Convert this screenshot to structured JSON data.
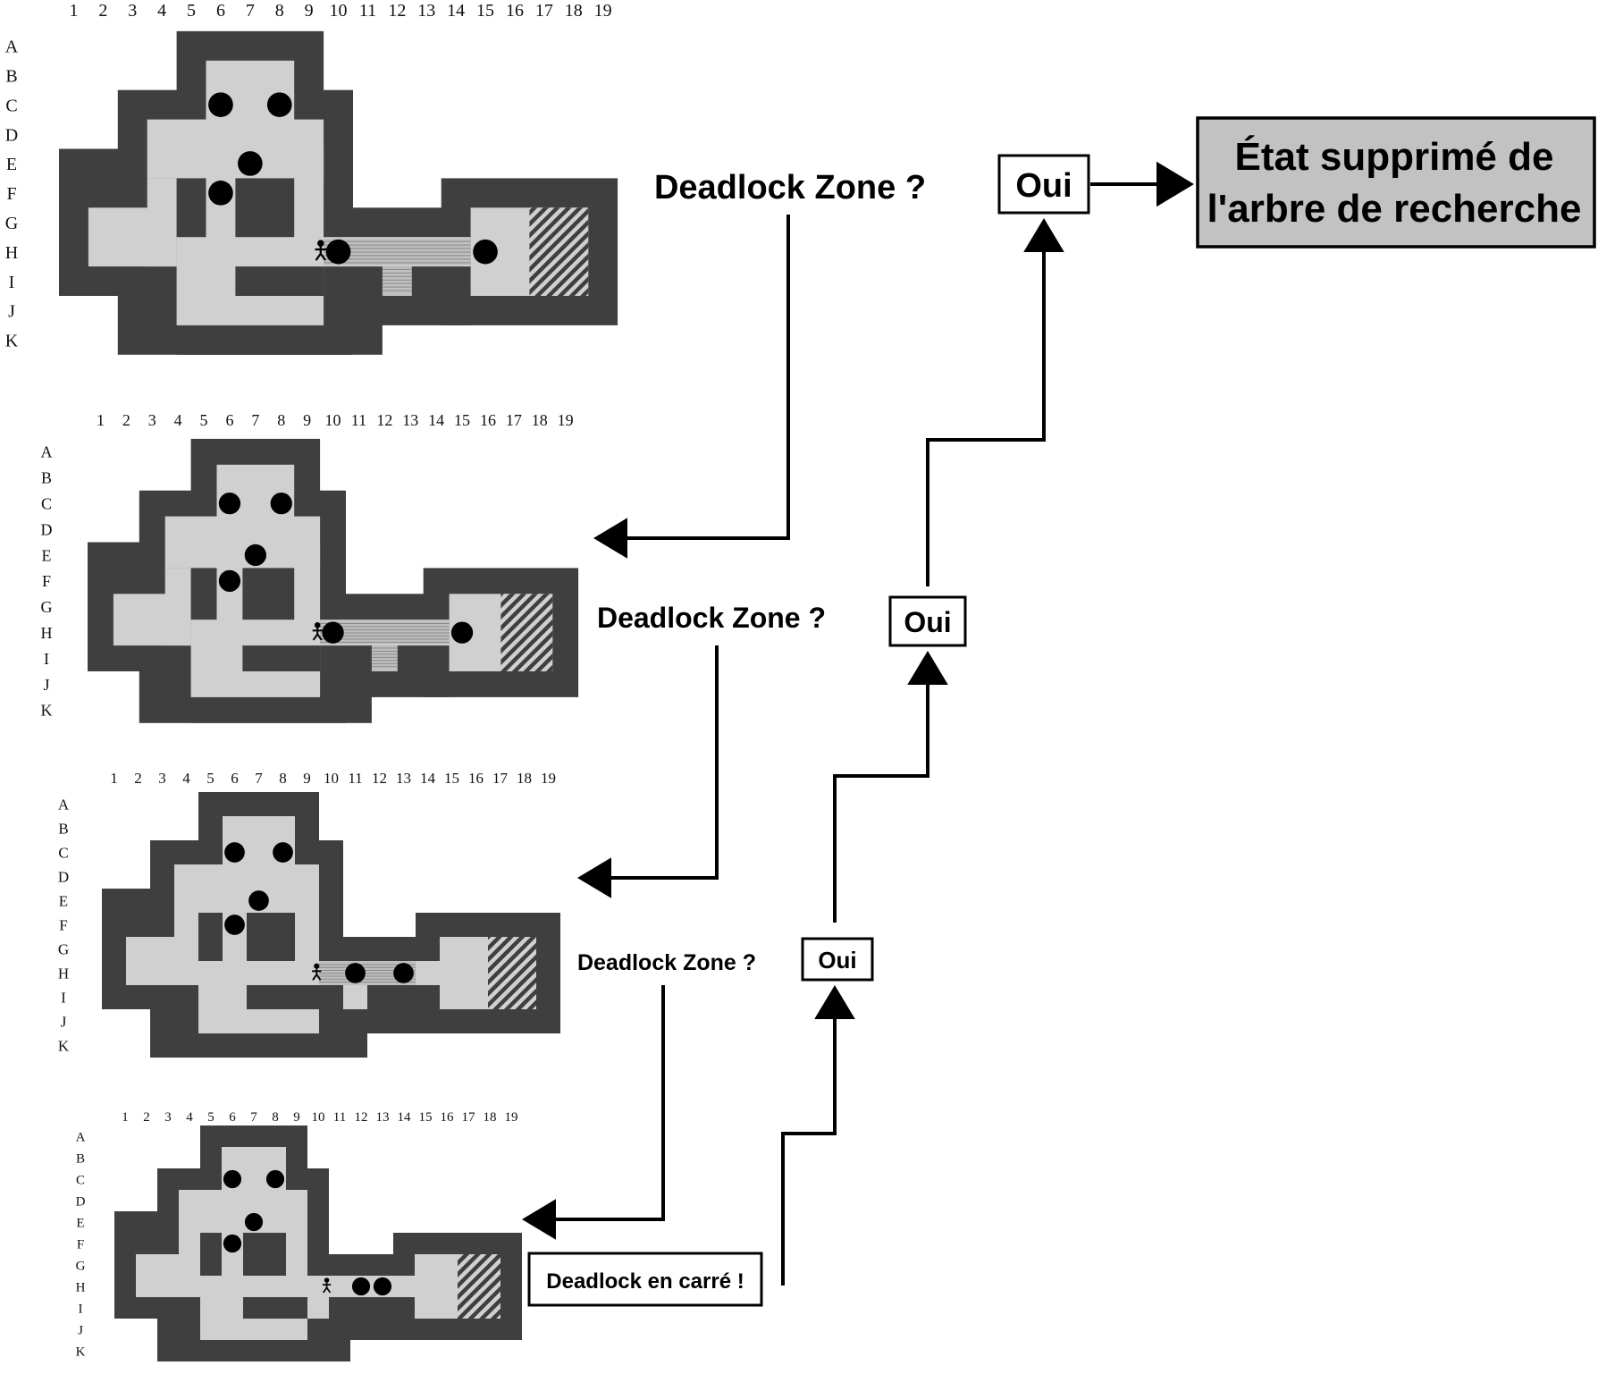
{
  "grid": {
    "columns": [
      "1",
      "2",
      "3",
      "4",
      "5",
      "6",
      "7",
      "8",
      "9",
      "10",
      "11",
      "12",
      "13",
      "14",
      "15",
      "16",
      "17",
      "18",
      "19"
    ],
    "rows": [
      "A",
      "B",
      "C",
      "D",
      "E",
      "F",
      "G",
      "H",
      "I",
      "J",
      "K"
    ]
  },
  "questions": [
    "Deadlock Zone ?",
    "Deadlock Zone ?",
    "Deadlock Zone ?"
  ],
  "answers": [
    "Oui",
    "Oui",
    "Oui"
  ],
  "square_deadlock_label": "Deadlock en carré !",
  "result": {
    "line1": "État supprimé de",
    "line2": "l'arbre de recherche"
  },
  "colors": {
    "wall": "#3f3f3f",
    "floor": "#d0d0d0",
    "goal_hatch_bg": "#d0d0d0",
    "goal_hatch_line": "#3f3f3f",
    "result_box": "#c2c2c2"
  }
}
